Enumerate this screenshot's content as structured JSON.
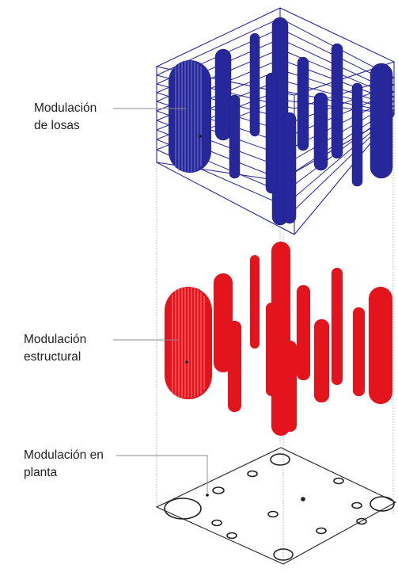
{
  "labels": {
    "slabs": {
      "line1": "Modulación",
      "line2": "de losas"
    },
    "structural": {
      "line1": "Modulación",
      "line2": "estructural"
    },
    "plan": {
      "line1": "Modulación en",
      "line2": "planta"
    }
  },
  "colors": {
    "slabs_layer": "#26279a",
    "structural_layer": "#e3141b",
    "plan_layer": "#222222",
    "leader_lines": "#888888",
    "guide_lines": "#9a9a9a",
    "text": "#222222"
  },
  "layers": [
    "slabs",
    "structural",
    "plan"
  ]
}
